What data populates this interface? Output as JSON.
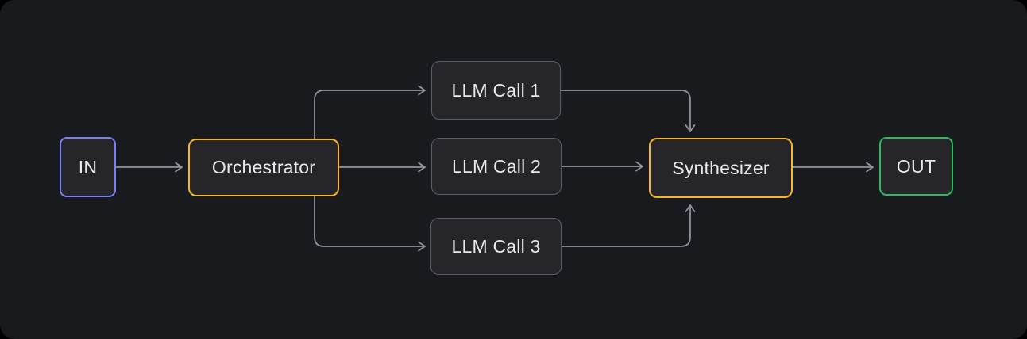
{
  "diagram": {
    "type": "flowchart",
    "pattern": "orchestrator-workers",
    "nodes": {
      "in": {
        "label": "IN",
        "border_color": "#7a7ff2",
        "role": "input"
      },
      "orchestrator": {
        "label": "Orchestrator",
        "border_color": "#f5b62b",
        "role": "router"
      },
      "llm1": {
        "label": "LLM Call 1",
        "border_color": "#585d66",
        "role": "worker"
      },
      "llm2": {
        "label": "LLM Call 2",
        "border_color": "#585d66",
        "role": "worker"
      },
      "llm3": {
        "label": "LLM Call 3",
        "border_color": "#585d66",
        "role": "worker"
      },
      "synthesizer": {
        "label": "Synthesizer",
        "border_color": "#f5b62b",
        "role": "aggregator"
      },
      "out": {
        "label": "OUT",
        "border_color": "#2abb5e",
        "role": "output"
      }
    },
    "edges": [
      {
        "from": "in",
        "to": "orchestrator"
      },
      {
        "from": "orchestrator",
        "to": "llm1"
      },
      {
        "from": "orchestrator",
        "to": "llm2"
      },
      {
        "from": "orchestrator",
        "to": "llm3"
      },
      {
        "from": "llm1",
        "to": "synthesizer"
      },
      {
        "from": "llm2",
        "to": "synthesizer"
      },
      {
        "from": "llm3",
        "to": "synthesizer"
      },
      {
        "from": "synthesizer",
        "to": "out"
      }
    ],
    "colors": {
      "background": "#191a1e",
      "node_fill": "#25252a",
      "arrow": "#8d929c",
      "text": "#e9e9eb"
    }
  }
}
